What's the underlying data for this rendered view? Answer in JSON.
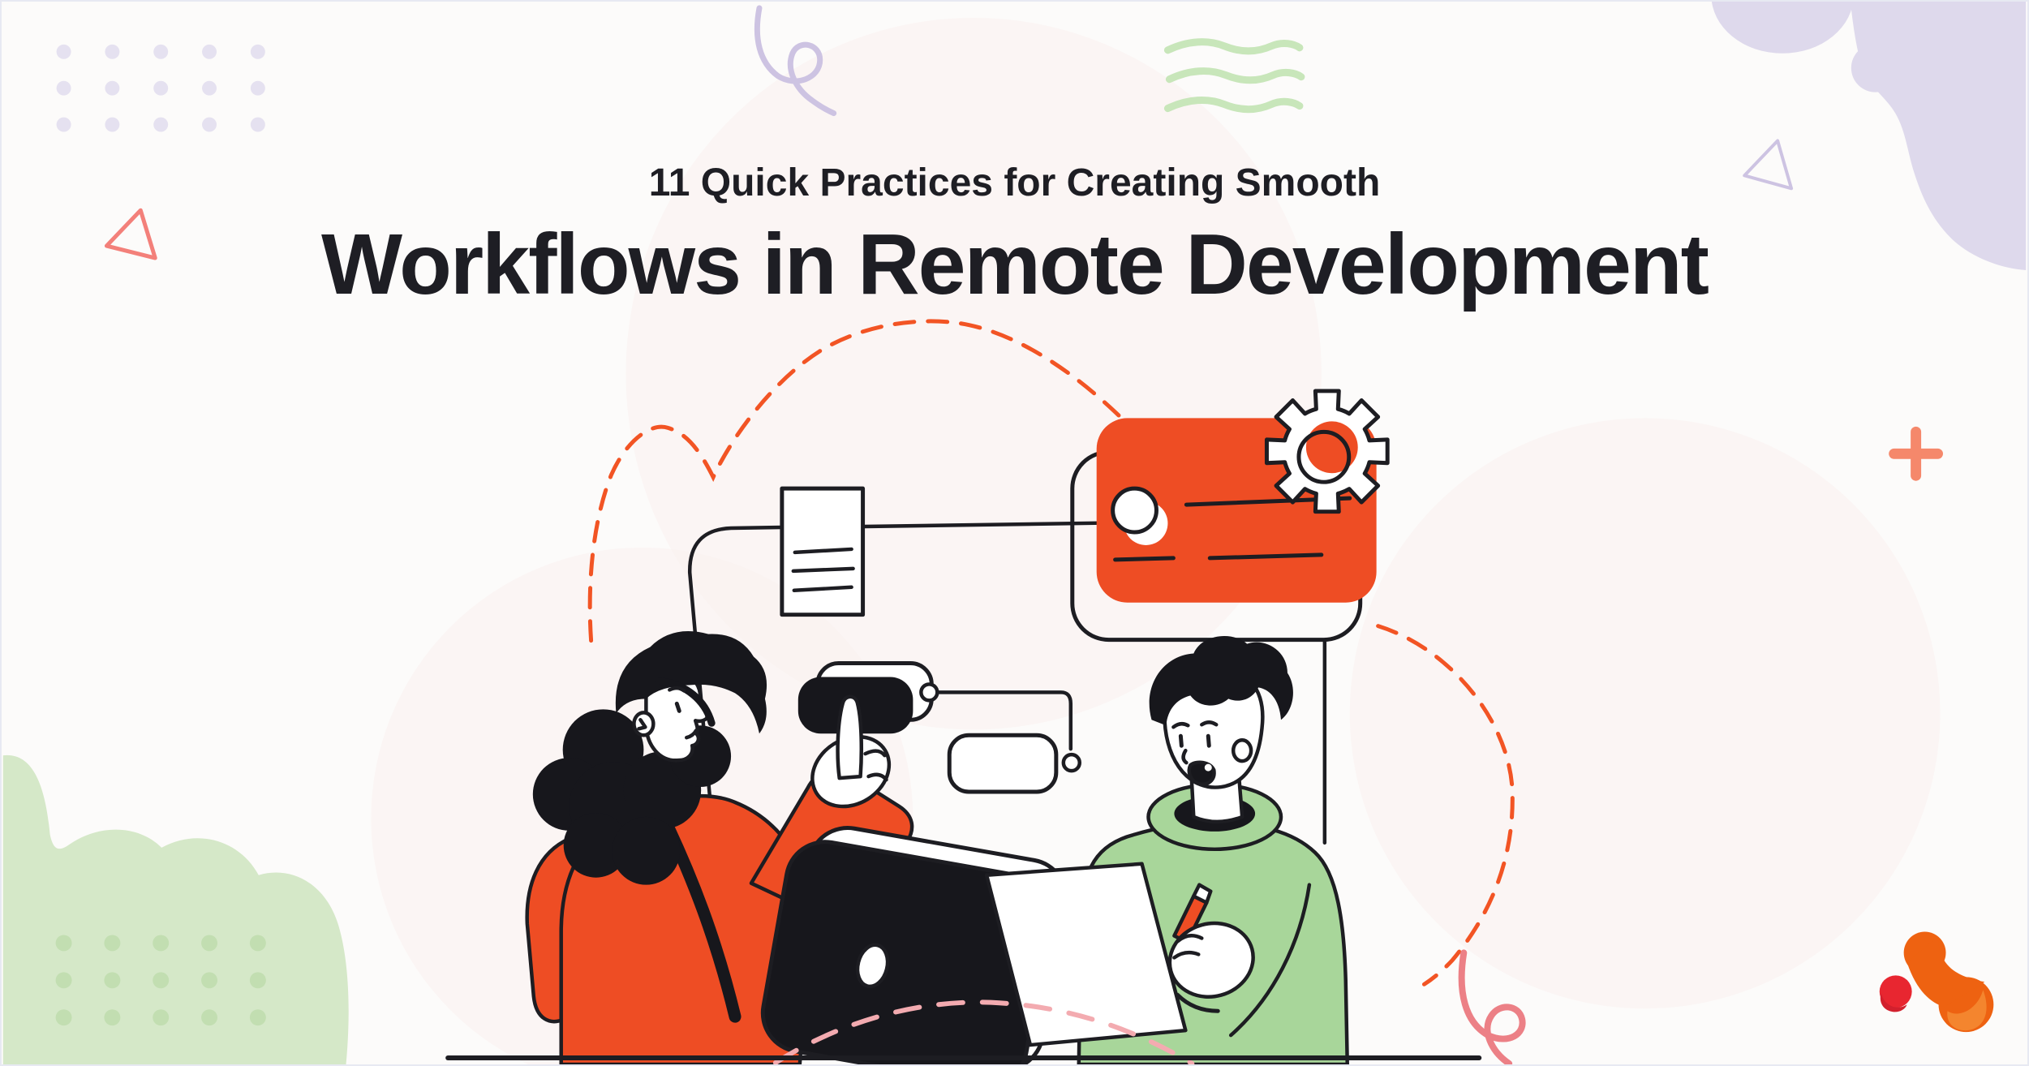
{
  "header": {
    "subtitle": "11 Quick Practices for Creating Smooth",
    "title": "Workflows in Remote Development"
  },
  "illustration": {
    "alt": "Two people at a desk: a woman in an orange sweater pointing at a dark button, a man in a green hoodie holding a pen and paper, with a laptop, a document icon, an orange card with a gear, flowchart connectors and dashed paths"
  },
  "colors": {
    "background": "#fcfbfa",
    "title_text": "#1e1e24",
    "line_ink": "#1d1d22",
    "accent_orange": "#ee4d24",
    "green_hoodie": "#a8d69a",
    "green_soft": "#d5e8c8",
    "green_dots": "#c2deb1",
    "green_waves": "#c8e6ba",
    "lavender_soft": "#ded9ec",
    "lavender_dots": "#e5e1f0",
    "lavender_line": "#cdc3e2",
    "salmon": "#f3807a",
    "salmon_plus": "#f5886b",
    "pink_dash": "#f3abb0",
    "pink_curl": "#ec8086",
    "orange_dash": "#f25424",
    "orange_blob": "#ee6211",
    "orange_blob_hi": "#f4852e",
    "red_dot": "#e82630",
    "red_dot_dark": "#d2202d",
    "blob_pink": "#faf1ee"
  }
}
